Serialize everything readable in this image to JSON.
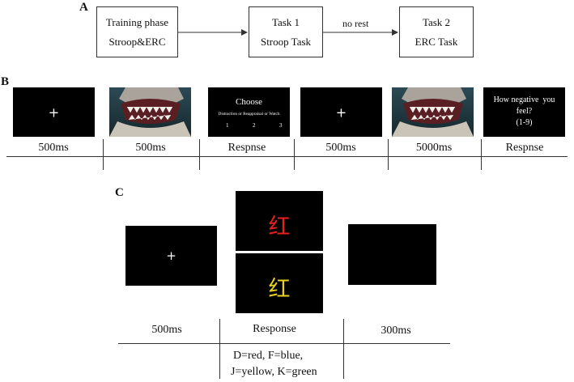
{
  "panel_a": {
    "label": "A",
    "boxes": [
      {
        "line1": "Training phase",
        "line2": "Stroop&ERC"
      },
      {
        "line1": "Task 1",
        "line2": "Stroop Task"
      },
      {
        "line1": "Task 2",
        "line2": "ERC Task"
      }
    ],
    "arrow_note": "no rest"
  },
  "panel_b": {
    "label": "B",
    "fixation": "+",
    "choose_screen": {
      "title": "Choose",
      "options": "Distraction or Reappraisal or Watch",
      "numbers": [
        "1",
        "2",
        "3"
      ]
    },
    "rating_screen": {
      "line1": "How negative  you",
      "line2": "feel?",
      "line3": "(1-9)"
    },
    "durations": [
      "500ms",
      "500ms",
      "Respnse",
      "500ms",
      "5000ms",
      "Respnse"
    ]
  },
  "panel_c": {
    "label": "C",
    "fixation": "+",
    "stimulus_char": "红",
    "stimulus_colors": {
      "top": "#e8201c",
      "bottom": "#e8d21c"
    },
    "durations": [
      "500ms",
      "Response",
      "300ms"
    ],
    "key_mapping": {
      "line1": "D=red, F=blue,",
      "line2": "J=yellow, K=green"
    }
  }
}
